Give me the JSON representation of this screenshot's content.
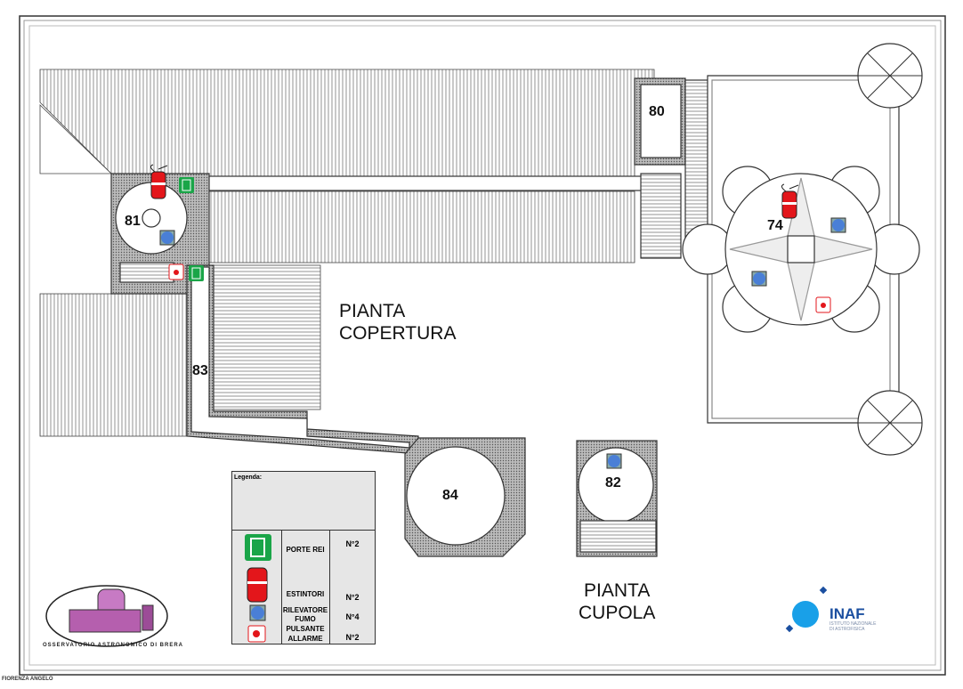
{
  "rooms": {
    "r74": "74",
    "r80": "80",
    "r81": "81",
    "r82": "82",
    "r83": "83",
    "r84": "84"
  },
  "titles": {
    "copertura_1": "PIANTA",
    "copertura_2": "COPERTURA",
    "cupola_1": "PIANTA",
    "cupola_2": "CUPOLA"
  },
  "legend": {
    "header": "Legenda:",
    "items": [
      {
        "icon": "emergency-exit-icon",
        "label": "PORTE REI",
        "count": "N°2"
      },
      {
        "icon": "fire-extinguisher-icon",
        "label": "ESTINTORI",
        "count": "N°2"
      },
      {
        "icon": "smoke-detector-icon",
        "label_1": "RILEVATORE",
        "label_2": "FUMO",
        "count": "N°4"
      },
      {
        "icon": "alarm-button-icon",
        "label_1": "PULSANTE",
        "label_2": "ALLARME",
        "count": "N°2"
      }
    ]
  },
  "logos": {
    "brera": "OSSERVATORIO ASTRONOMICO DI BRERA",
    "inaf": "INAF",
    "inaf_sub_1": "ISTITUTO NAZIONALE",
    "inaf_sub_2": "DI ASTROFISICA"
  },
  "author": "FIORENZA ANGELO",
  "colors": {
    "exit": "#1aa548",
    "extinguisher": "#e3161b",
    "detector": "#4a7fd6",
    "alarm": "#e3161b",
    "brera": "#c77ac4",
    "inaf": "#19a0e8"
  }
}
